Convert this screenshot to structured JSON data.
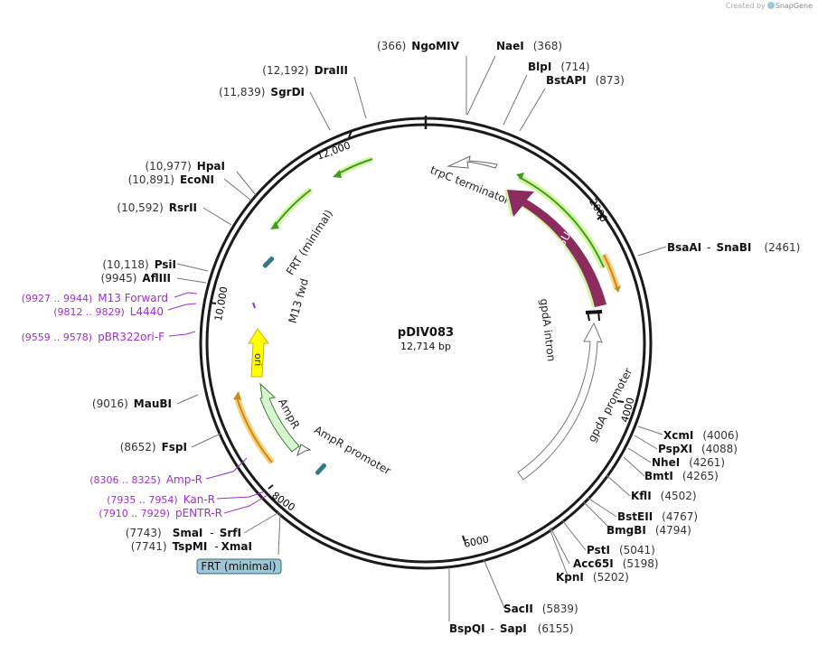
{
  "credit": {
    "prefix": "Created by",
    "brand": "SnapGene"
  },
  "plasmid": {
    "name": "pDIV083",
    "size_label": "12,714 bp",
    "length": 12714
  },
  "colors": {
    "backbone": "#1a1a1a",
    "gus": "#8b2b5e",
    "gus_halo": "#c6f29a",
    "green": "#3e9e1c",
    "green_halo": "#d6f5a8",
    "orange": "#c98a1a",
    "orange_halo": "#f7d07a",
    "ori": "#ffff00",
    "ampr": "#d6f5d0",
    "ampr_stroke": "#3a7a2a",
    "frt_box": "#9ec7d6",
    "primer": "#9b30c9",
    "site": "#111111"
  },
  "ticks": [
    {
      "pos": 2000,
      "label": "2000"
    },
    {
      "pos": 4000,
      "label": "4000"
    },
    {
      "pos": 6000,
      "label": "6000"
    },
    {
      "pos": 8000,
      "label": "8000"
    },
    {
      "pos": 10000,
      "label": "10,000"
    },
    {
      "pos": 12000,
      "label": "12,000"
    }
  ],
  "features": [
    {
      "label": "trpC terminator",
      "type": "arrow-ccw"
    },
    {
      "label": "GUS",
      "type": "arrow-ccw"
    },
    {
      "label": "gpdA intron",
      "type": "arc"
    },
    {
      "label": "gpdA promoter",
      "type": "arrow-cw"
    },
    {
      "label": "AmpR promoter",
      "type": "arrow-ccw"
    },
    {
      "label": "AmpR",
      "type": "arrow-ccw"
    },
    {
      "label": "ori",
      "type": "arrow-ccw"
    },
    {
      "label": "M13 fwd",
      "type": "primer-site"
    },
    {
      "label": "FRT (minimal)",
      "type": "small-site"
    },
    {
      "label": "FRT (minimal)",
      "type": "boxed-label"
    }
  ],
  "sites": [
    {
      "name": "NgoMIV",
      "pos": "(366)"
    },
    {
      "name": "NaeI",
      "pos": "(368)"
    },
    {
      "name": "BlpI",
      "pos": "(714)"
    },
    {
      "name": "BstAPI",
      "pos": "(873)"
    },
    {
      "name": "BsaAI",
      "sep": "-",
      "name2": "SnaBI",
      "pos": "(2461)"
    },
    {
      "name": "XcmI",
      "pos": "(4006)"
    },
    {
      "name": "PspXI",
      "pos": "(4088)"
    },
    {
      "name": "NheI",
      "pos": "(4261)"
    },
    {
      "name": "BmtI",
      "pos": "(4265)"
    },
    {
      "name": "KflI",
      "pos": "(4502)"
    },
    {
      "name": "BstEII",
      "pos": "(4767)"
    },
    {
      "name": "BmgBI",
      "pos": "(4794)"
    },
    {
      "name": "PstI",
      "pos": "(5041)"
    },
    {
      "name": "Acc65I",
      "pos": "(5198)"
    },
    {
      "name": "KpnI",
      "pos": "(5202)"
    },
    {
      "name": "SacII",
      "pos": "(5839)"
    },
    {
      "name": "BspQI",
      "sep": "-",
      "name2": "SapI",
      "pos": "(6155)"
    },
    {
      "name": "DraIII",
      "pos": "(12,192)"
    },
    {
      "name": "SgrDI",
      "pos": "(11,839)"
    },
    {
      "name": "HpaI",
      "pos": "(10,977)"
    },
    {
      "name": "EcoNI",
      "pos": "(10,891)"
    },
    {
      "name": "RsrII",
      "pos": "(10,592)"
    },
    {
      "name": "PsiI",
      "pos": "(10,118)"
    },
    {
      "name": "AflIII",
      "pos": "(9945)"
    },
    {
      "name": "MauBI",
      "pos": "(9016)"
    },
    {
      "name": "FspI",
      "pos": "(8652)"
    },
    {
      "name": "SmaI",
      "sep": "-",
      "name2": "SrfI",
      "pos": "(7743)"
    },
    {
      "name": "TspMI",
      "sep": "-",
      "name2": "XmaI",
      "pos": "(7741)"
    }
  ],
  "primers": [
    {
      "range": "(9927 .. 9944)",
      "name": "M13 Forward"
    },
    {
      "range": "(9812 .. 9829)",
      "name": "L4440"
    },
    {
      "range": "(9559 .. 9578)",
      "name": "pBR322ori-F"
    },
    {
      "range": "(8306 .. 8325)",
      "name": "Amp-R"
    },
    {
      "range": "(7935 .. 7954)",
      "name": "Kan-R"
    },
    {
      "range": "(7910 .. 7929)",
      "name": "pENTR-R"
    }
  ]
}
